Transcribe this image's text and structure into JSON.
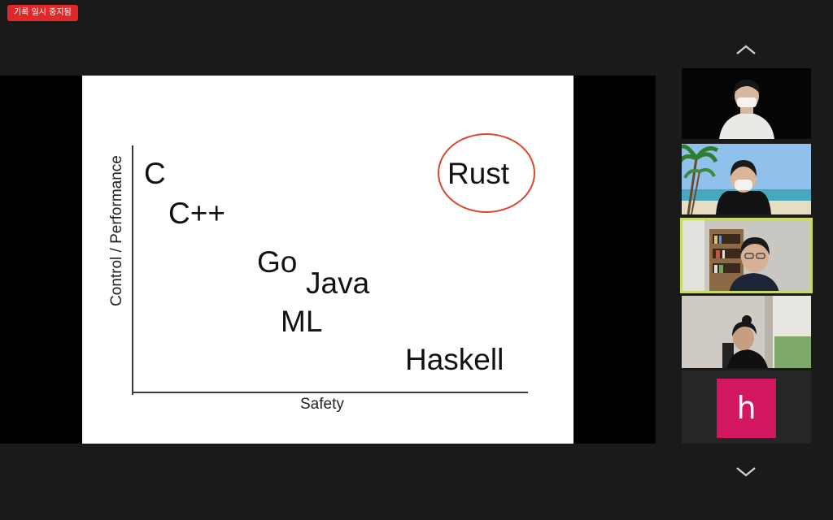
{
  "recording_badge": "기록 일시 중지됨",
  "slide": {
    "ylabel": "Control / Performance",
    "xlabel": "Safety",
    "languages": [
      "C",
      "C++",
      "Go",
      "Java",
      "ML",
      "Haskell",
      "Rust"
    ],
    "highlight": "Rust",
    "highlight_color": "#d9472b"
  },
  "gallery": {
    "scroll_up_icon": "chevron-up-icon",
    "scroll_down_icon": "chevron-down-icon",
    "participants": [
      {
        "video": "participant-1-video"
      },
      {
        "video": "participant-2-video",
        "background": "beach"
      },
      {
        "video": "participant-3-video",
        "active_speaker": true
      },
      {
        "video": "participant-4-video"
      },
      {
        "avatar_letter": "h",
        "avatar_color": "#d2165f"
      }
    ]
  },
  "colors": {
    "background": "#1a1a1a",
    "active_speaker_border": "#c8d964",
    "badge": "#e02828"
  }
}
